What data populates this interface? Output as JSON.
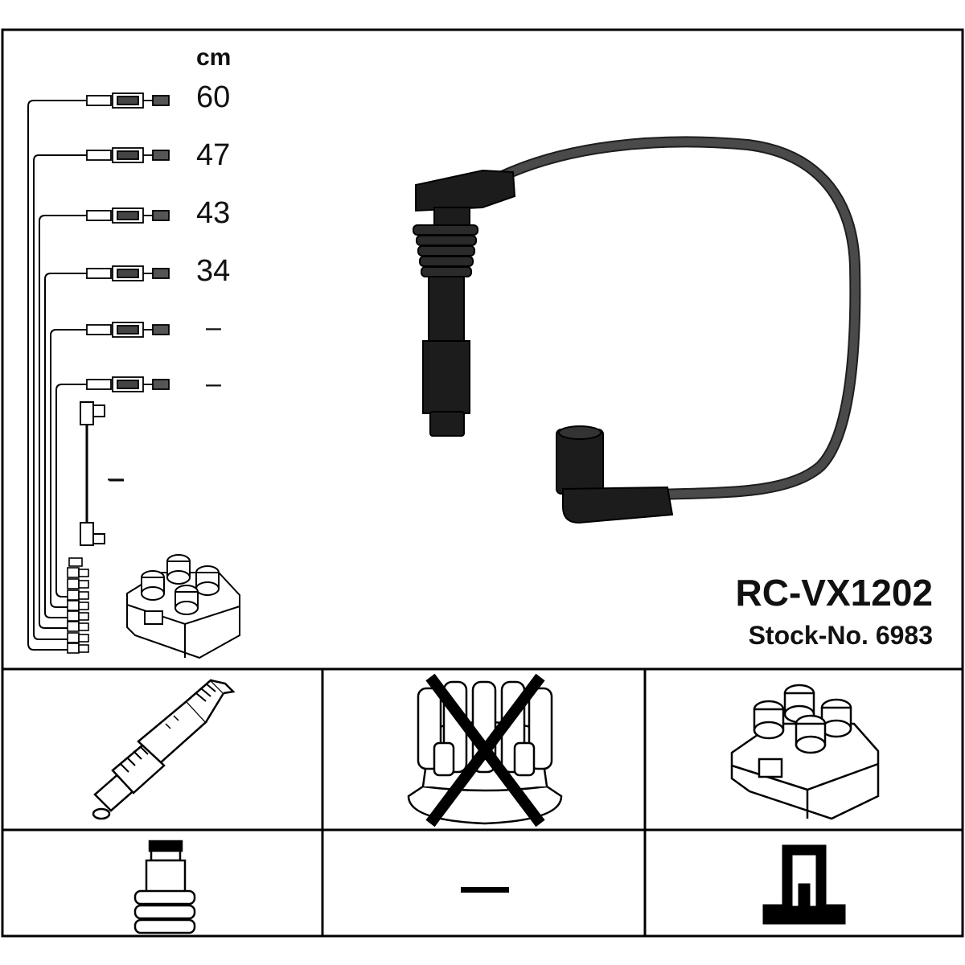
{
  "header": {
    "unit_label": "cm",
    "part_number": "RC-VX1202",
    "stock_number": "Stock-No. 6983"
  },
  "cable_lengths": [
    {
      "label": "60"
    },
    {
      "label": "47"
    },
    {
      "label": "43"
    },
    {
      "label": "34"
    },
    {
      "label": "–"
    },
    {
      "label": "–"
    },
    {
      "label": "–"
    }
  ],
  "compatibility": {
    "ignition_type_symbols": [
      "spark-plug",
      "distributor-cap",
      "ignition-coil"
    ],
    "distributor_cap_excluded": true,
    "connector_symbols": [
      "spark-plug-boot",
      "not-applicable",
      "coil-connector"
    ],
    "not_applicable_mark": "—"
  },
  "colors": {
    "line": "#000000",
    "cable": "#2a2a2a",
    "background": "#ffffff"
  }
}
